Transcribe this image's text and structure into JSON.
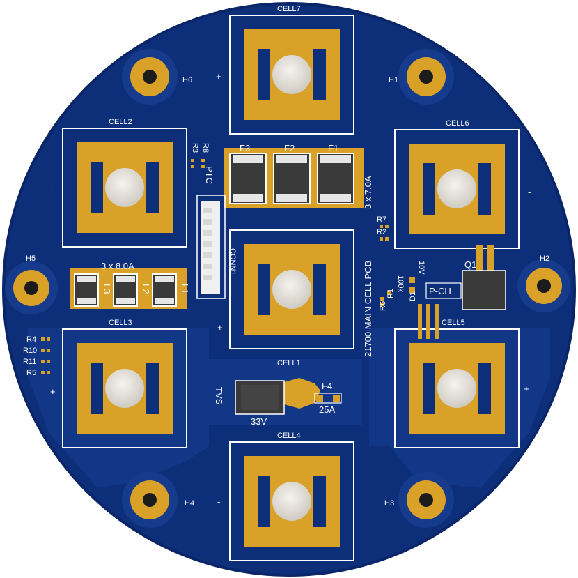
{
  "board": {
    "title": "21700 MAIN CELL PCB",
    "colors": {
      "soldermask": "#0d2f7a",
      "soldermask_edge": "#0a2668",
      "copper_pour": "#1d3f94",
      "pad_gold": "#d9a128",
      "pad_gold_dark": "#b9861c",
      "silkscreen": "#ffffff",
      "nickel_tab": "#e9e6df",
      "component_body": "#3a3a3a"
    }
  },
  "cells": [
    {
      "label": "CELL7",
      "polarity": "+"
    },
    {
      "label": "CELL2",
      "polarity": "-"
    },
    {
      "label": "CELL6",
      "polarity": "-"
    },
    {
      "label": "CELL1",
      "polarity": "+"
    },
    {
      "label": "CELL3",
      "polarity": "+"
    },
    {
      "label": "CELL5",
      "polarity": "+"
    },
    {
      "label": "CELL4",
      "polarity": "-"
    }
  ],
  "mounting_holes": [
    "H1",
    "H2",
    "H3",
    "H4",
    "H5",
    "H6"
  ],
  "fuses": {
    "labels": [
      "F3",
      "F2",
      "F1"
    ],
    "rating": "3 x 7.0A",
    "tag": "PTC"
  },
  "inductors": {
    "labels": [
      "L3",
      "L2",
      "L1"
    ],
    "rating": "3 x 8.0A"
  },
  "connector": {
    "label": "CONN1"
  },
  "tvs": {
    "label": "TVS",
    "value": "33V"
  },
  "main_fuse": {
    "label": "F4",
    "value": "25A"
  },
  "mosfet": {
    "label": "Q1",
    "type": "P-CH"
  },
  "diode": {
    "label": "D1",
    "value": "10V"
  },
  "resistors": {
    "r1": "R1",
    "r1_value": "100k",
    "r2": "R2",
    "r3": "R3",
    "r4": "R4",
    "r5": "R5",
    "r6": "R6",
    "r7": "R7",
    "r8": "R8",
    "r10": "R10",
    "r11": "R11"
  }
}
